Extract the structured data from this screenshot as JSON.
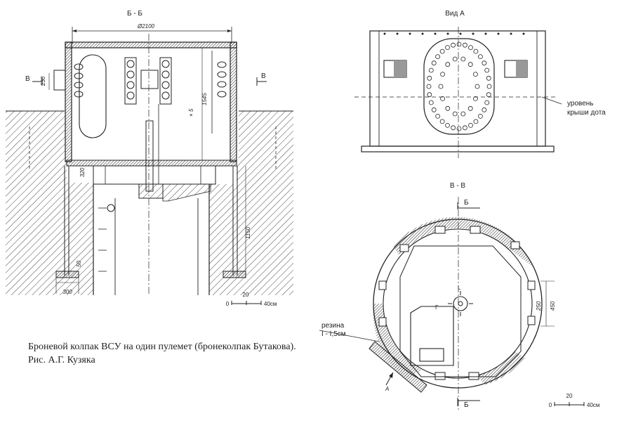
{
  "section_bb": {
    "title": "Б - Б",
    "diameter": "Ø2100",
    "cut_left": "В",
    "cut_right": "В",
    "dim_230": "230",
    "dim_1545": "1545",
    "dim_320": "320",
    "dim_1150": "1150",
    "dim_50": "50",
    "dim_300": "300"
  },
  "view_a": {
    "title": "Вид А",
    "roof_level_line1": "уровень",
    "roof_level_line2": "крыши дота"
  },
  "section_vv": {
    "title": "В - В",
    "cut_top": "Б",
    "cut_bottom": "Б",
    "arrow_a": "А",
    "rubber_line1": "резина",
    "rubber_line2": "I - I,5см",
    "dim_250": "250",
    "dim_450": "450",
    "mark_1": "L",
    "mark_2": "Г"
  },
  "scale_left": {
    "zero": "0",
    "mid": "20",
    "end": "40см"
  },
  "scale_right": {
    "zero": "0",
    "mid": "20",
    "end": "40см"
  },
  "caption": {
    "line1": "Броневой колпак ВСУ на один пулемет (бронеколпак Бутакова).",
    "line2": "Рис. А.Г. Кузяка"
  }
}
